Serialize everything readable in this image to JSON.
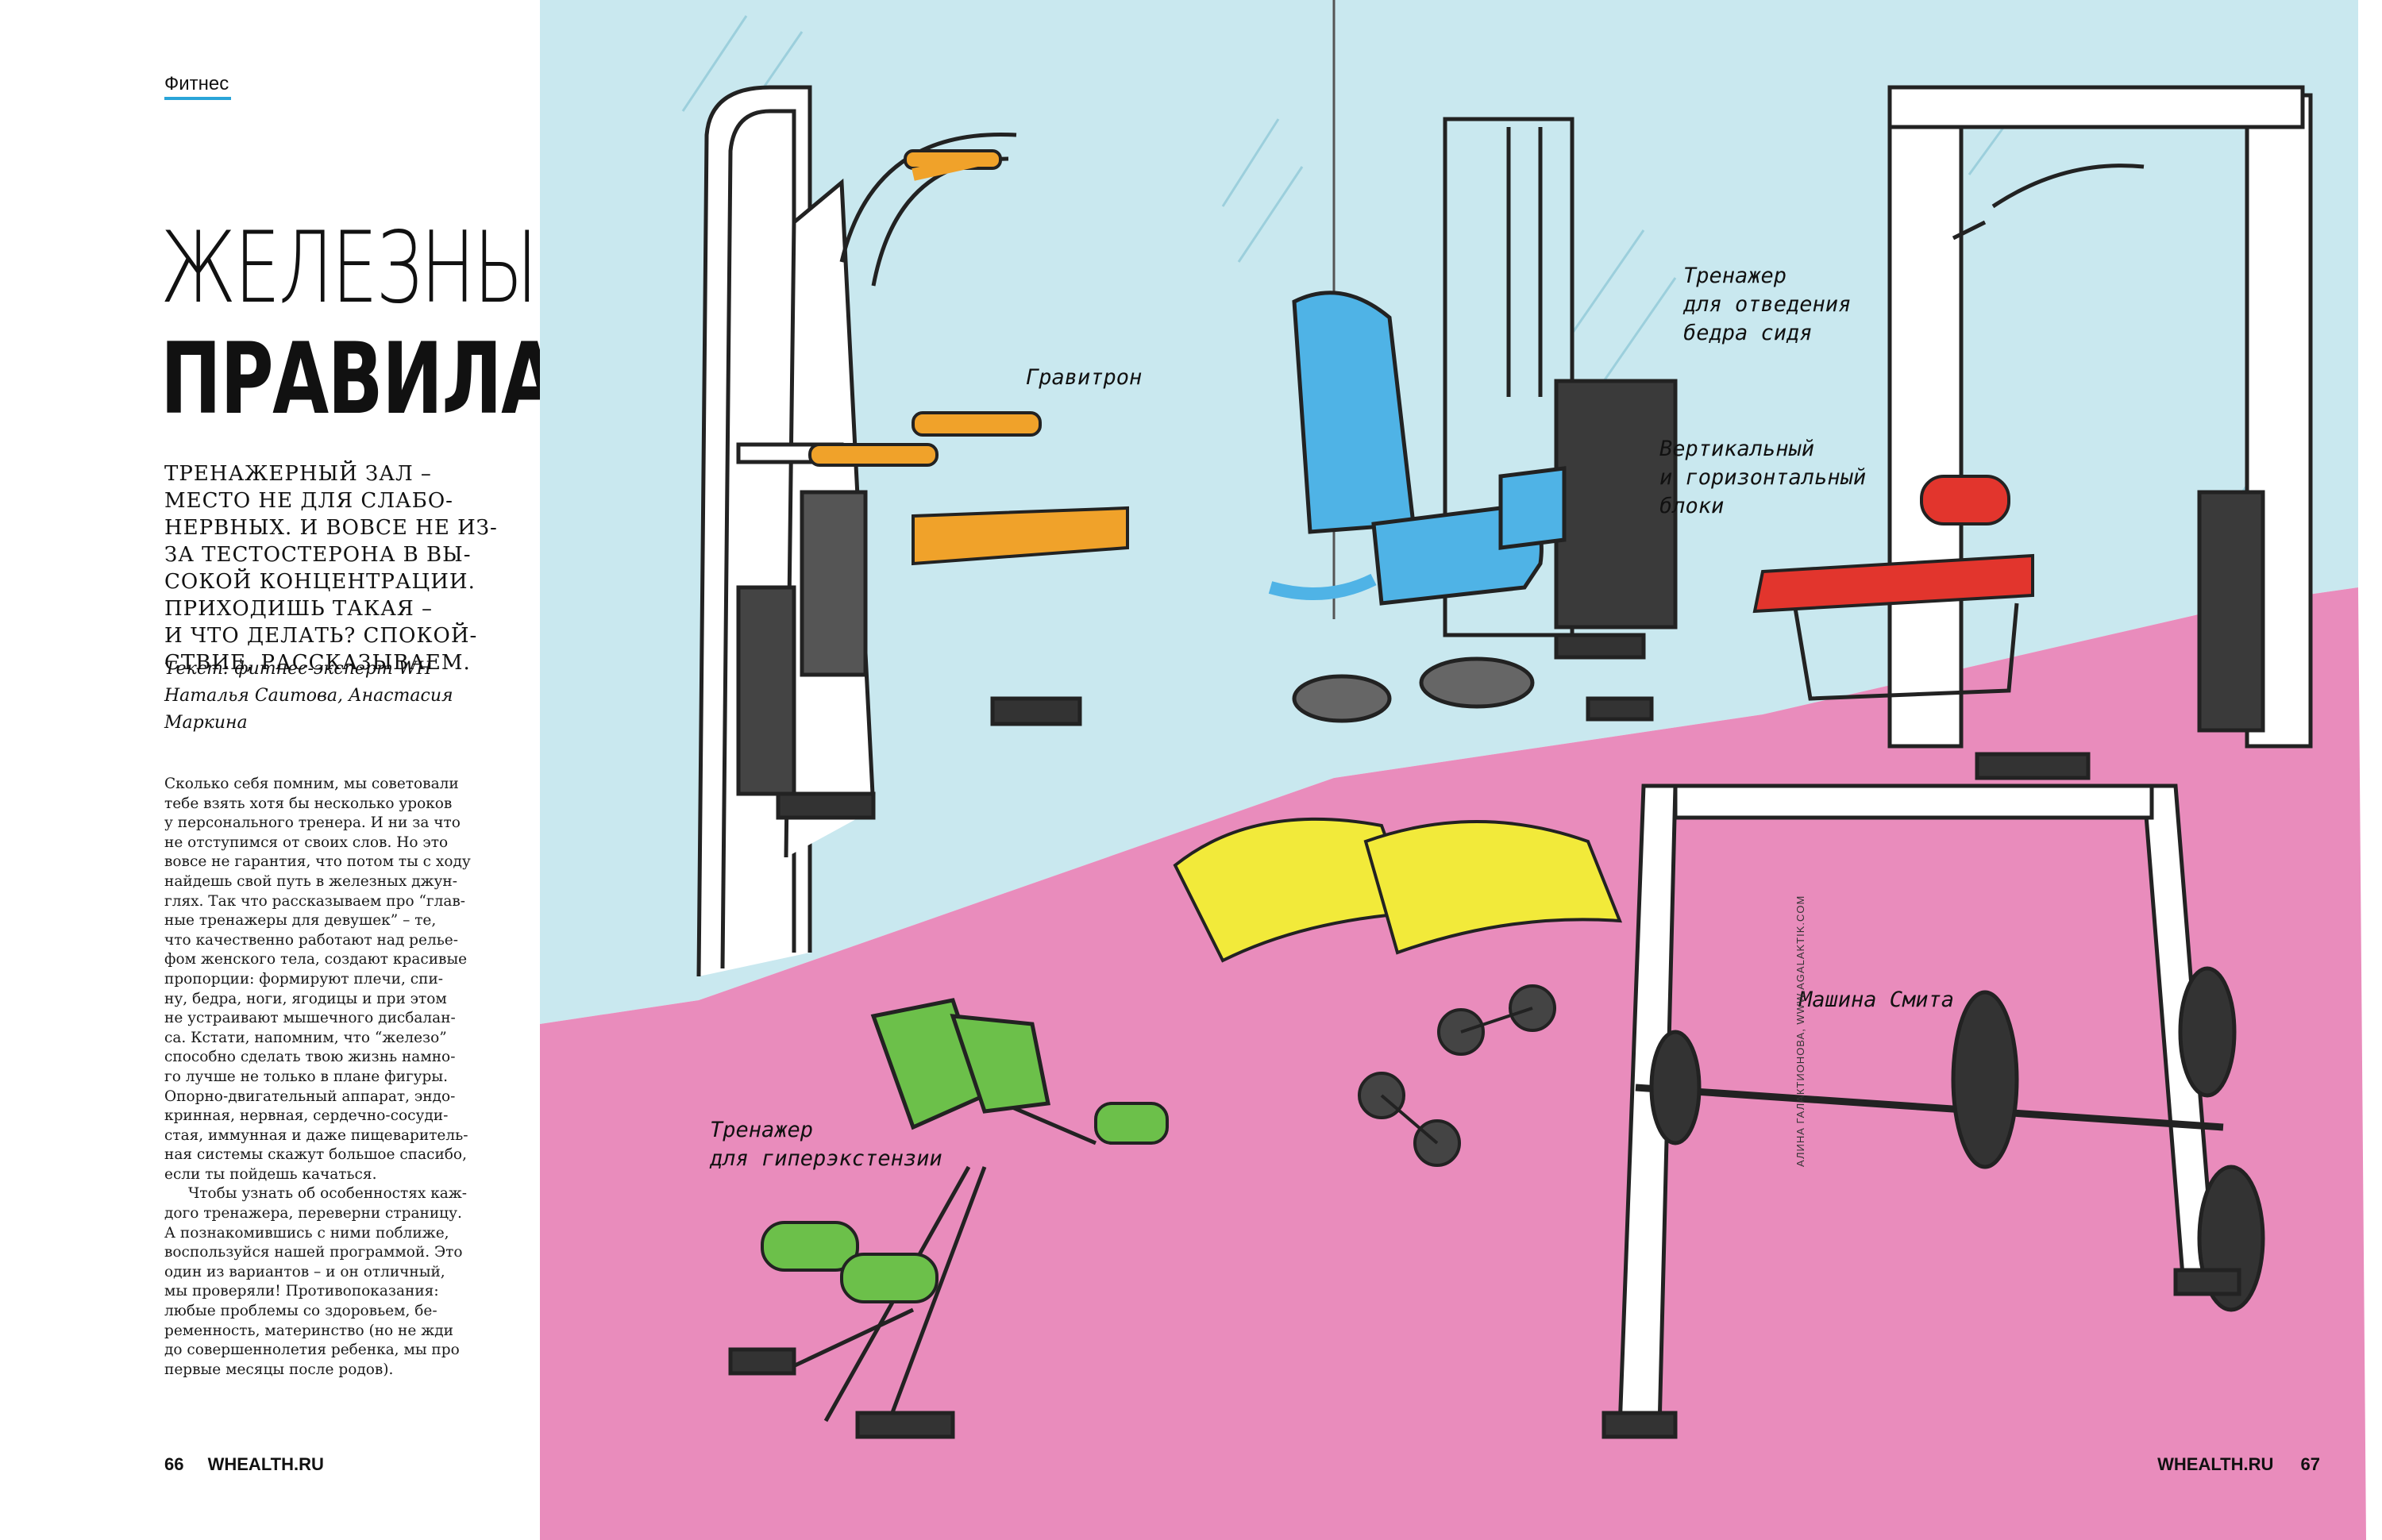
{
  "left_page": {
    "section": "Фитнес",
    "title_line1": "ЖЕЛЕЗНЫЕ",
    "title_line2": "ПРАВИЛА",
    "lead_lines": [
      "ТРЕНАЖЕРНЫЙ ЗАЛ –",
      "МЕСТО НЕ ДЛЯ СЛАБО-",
      "НЕРВНЫХ. И ВОВСЕ НЕ ИЗ-",
      "ЗА ТЕСТОСТЕРОНА В ВЫ-",
      "СОКОЙ КОНЦЕНТРАЦИИ.",
      "ПРИХОДИШЬ ТАКАЯ –",
      "И ЧТО ДЕЛАТЬ? СПОКОЙ-",
      "СТВИЕ, РАССКАЗЫВАЕМ."
    ],
    "credit_lines": [
      "Текст: фитнес-эксперт WH",
      "Наталья Саитова, Анастасия",
      "Маркина"
    ],
    "body_lines": [
      "Сколько себя помним, мы советовали",
      "тебе взять хотя бы несколько уроков",
      "у персонального тренера. И ни за что",
      "не отступимся от своих слов. Но это",
      "вовсе не гарантия, что потом ты с ходу",
      "найдешь свой путь в железных джун-",
      "глях. Так что рассказываем про “глав-",
      "ные тренажеры для девушек” – те,",
      "что качественно работают над релье-",
      "фом женского тела, создают красивые",
      "пропорции: формируют плечи, спи-",
      "ну, бедра, ноги, ягодицы и при этом",
      "не устраивают мышечного дисбалан-",
      "са. Кстати, напомним, что “железо”",
      "способно сделать твою жизнь намно-",
      "го лучше не только в плане фигуры.",
      "Опорно-двигательный аппарат, эндо-",
      "кринная, нервная, сердечно-сосуди-",
      "стая, иммунная и даже пищеваритель-",
      "ная системы скажут большое спасибо,",
      "если ты пойдешь качаться.",
      "Чтобы узнать об особенностях каж-",
      "дого тренажера, переверни страницу.",
      "А познакомившись с ними поближе,",
      "воспользуйся нашей программой. Это",
      "один из вариантов – и он отличный,",
      "мы проверяли! Противопоказания:",
      "любые проблемы со здоровьем, бе-",
      "ременность, материнство (но не жди",
      "до совершеннолетия ребенка, мы про",
      "первые месяцы после родов)."
    ],
    "page_number": "66",
    "site": "WHEALTH.RU"
  },
  "right_page": {
    "labels": {
      "gravitron": "Гравитрон",
      "hip_abduction": [
        "Тренажер",
        "для отведения",
        "бедра сидя"
      ],
      "cable_blocks": [
        "Вертикальный",
        "и горизонтальный",
        "блоки"
      ],
      "smith": "Машина Смита",
      "hyperextension": [
        "Тренажер",
        "для гиперэкстензии"
      ]
    },
    "artist_credit": "АЛИНА ГАЛАКТИОНОВА, WWW.AGALAKTIK.COM",
    "page_number": "67",
    "site": "WHEALTH.RU"
  },
  "colors": {
    "wall": "#c9e8ef",
    "floor": "#e98cbc",
    "accent_blue": "#2aa4d8",
    "orange": "#f0a22a",
    "blue_seat": "#4fb3e6",
    "red_pad": "#e2352d",
    "green_pad": "#6cc04a",
    "yellow_band": "#f2ea3a"
  }
}
